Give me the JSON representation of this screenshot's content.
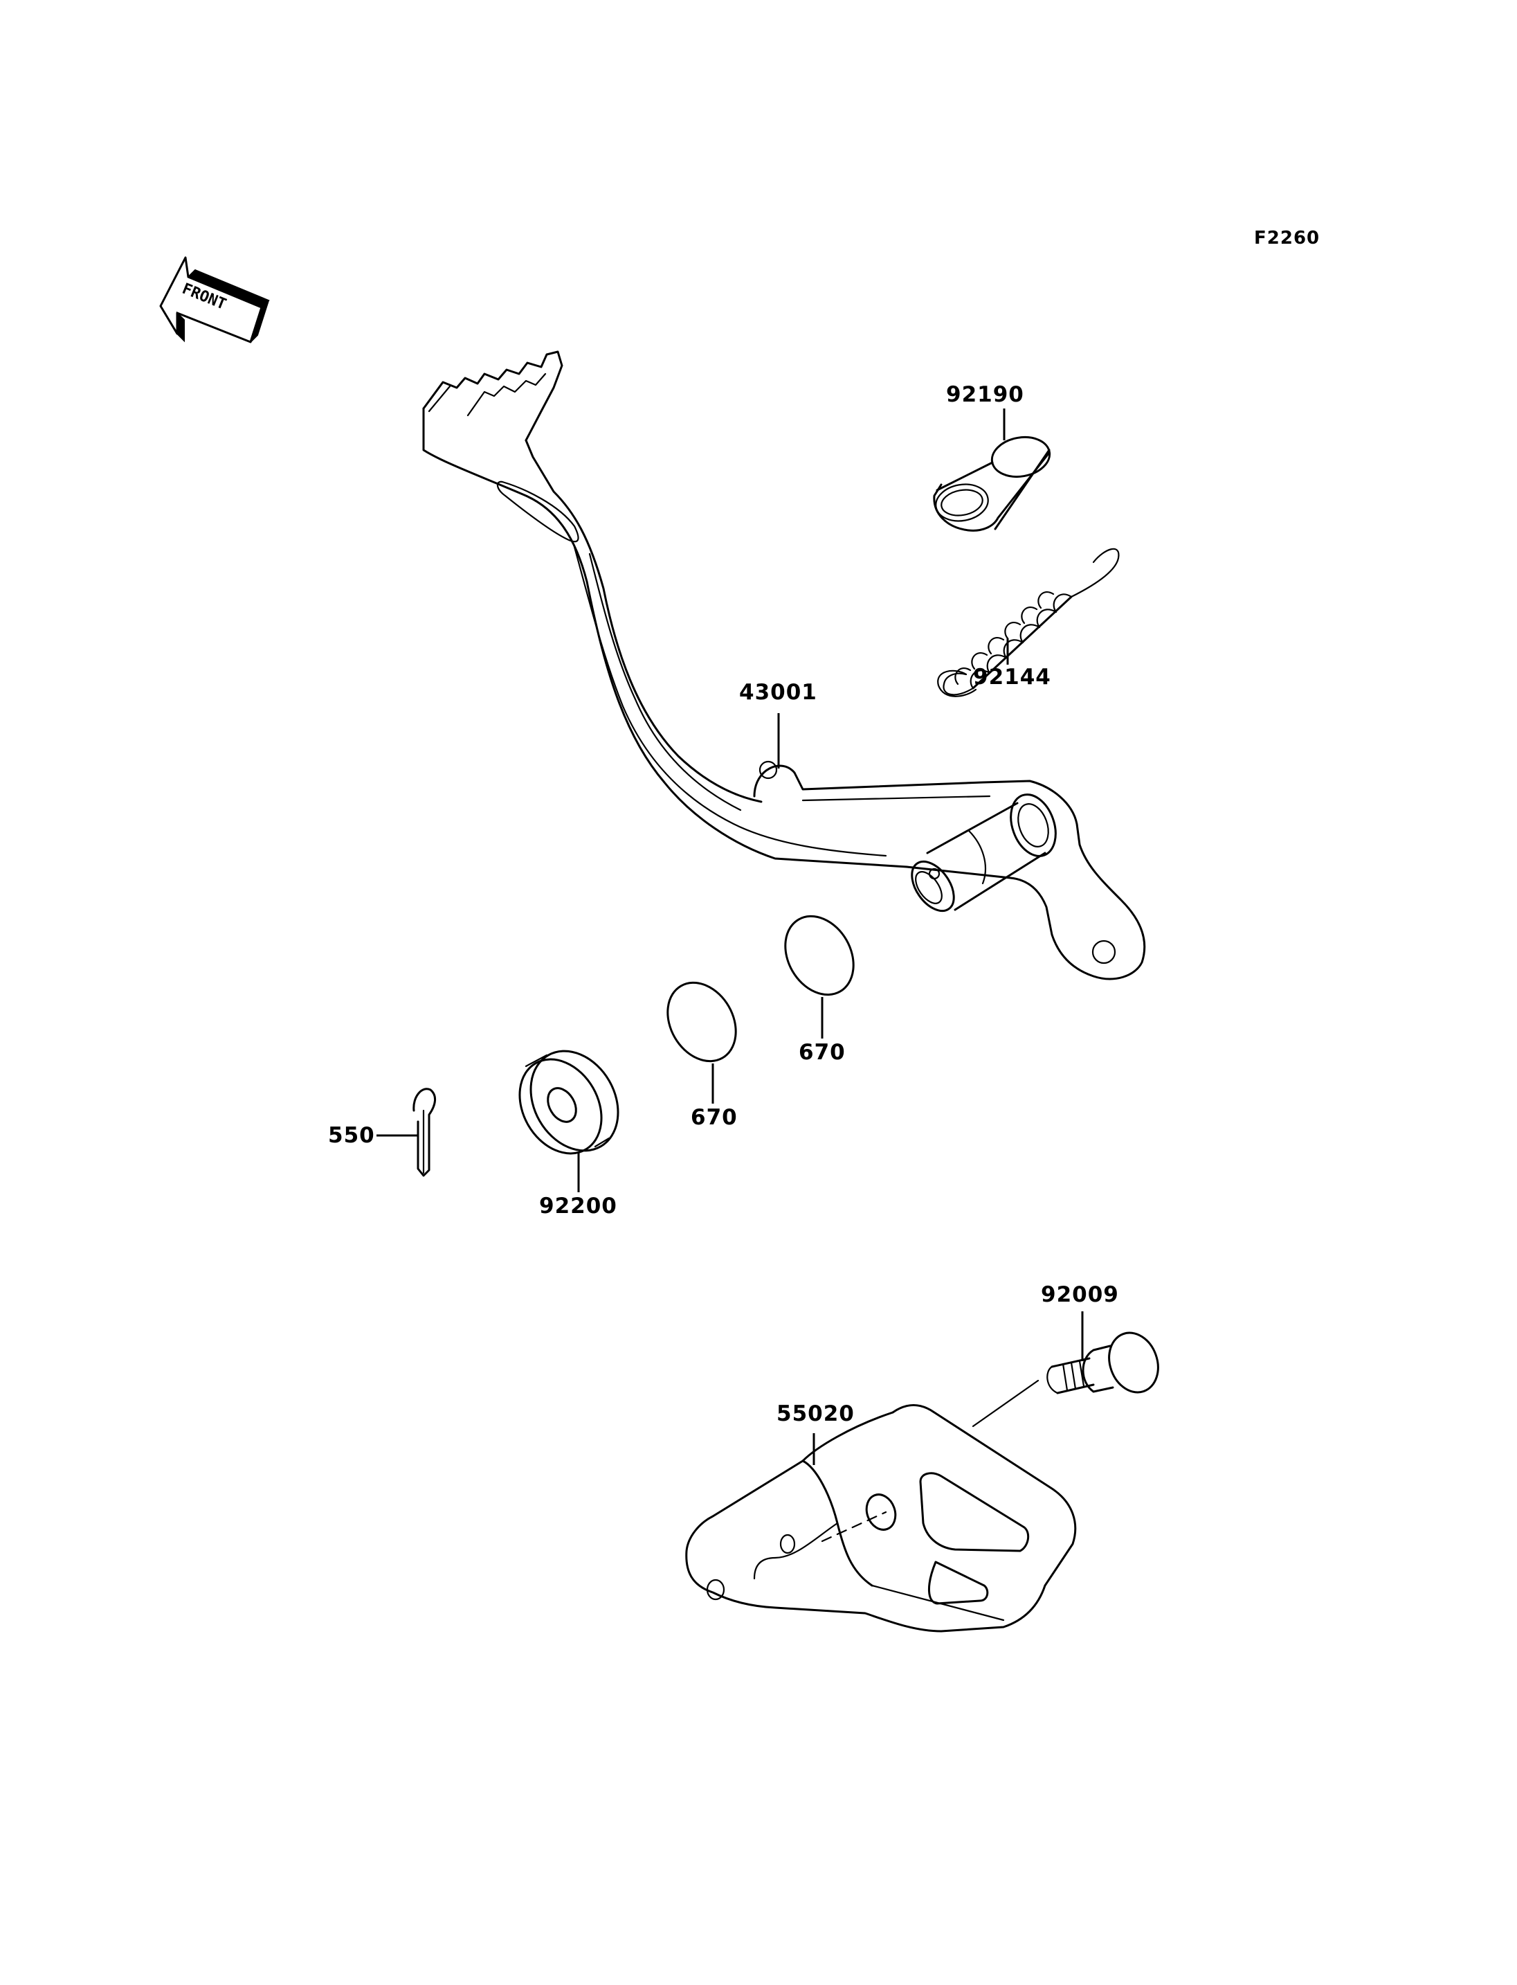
{
  "figure_code": "F2260",
  "front_label": "FRONT",
  "callouts": {
    "p92190": "92190",
    "p92144": "92144",
    "p43001": "43001",
    "p670_a": "670",
    "p670_b": "670",
    "p550": "550",
    "p92200": "92200",
    "p92009": "92009",
    "p55020": "55020"
  },
  "icons": {
    "front_arrow": "front-arrow-icon"
  }
}
